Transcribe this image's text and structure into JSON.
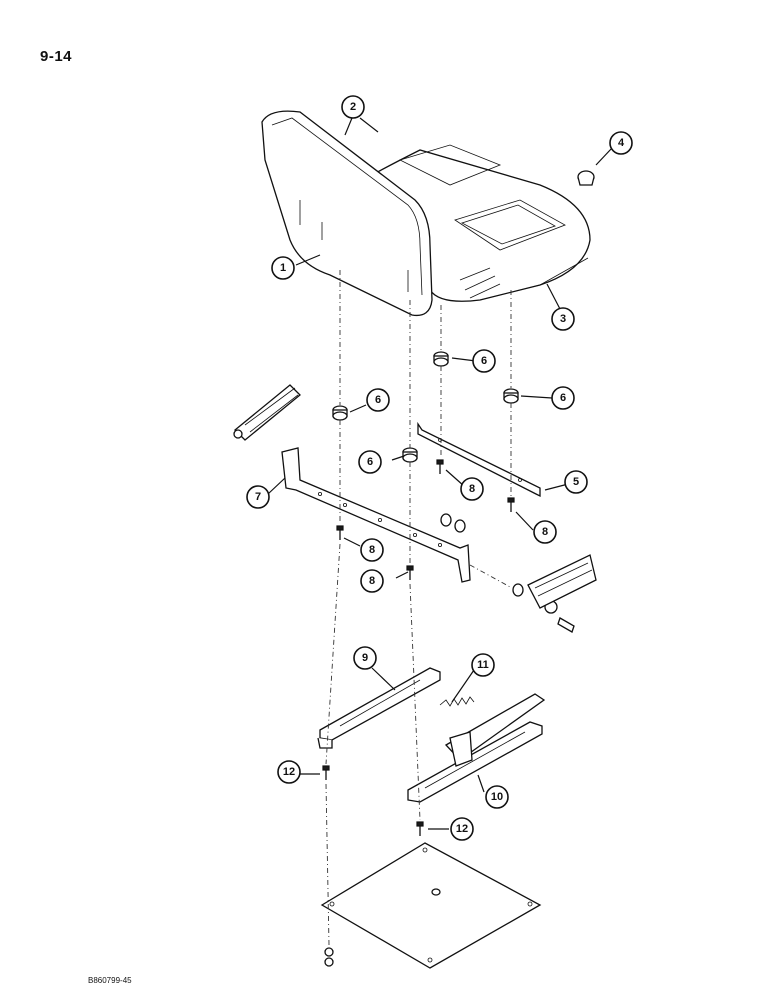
{
  "page": {
    "number": "9-14",
    "figure_code": "B860799-45"
  },
  "callouts": [
    {
      "id": "c1",
      "label": "1"
    },
    {
      "id": "c2",
      "label": "2"
    },
    {
      "id": "c3",
      "label": "3"
    },
    {
      "id": "c4",
      "label": "4"
    },
    {
      "id": "c5",
      "label": "5"
    },
    {
      "id": "c6a",
      "label": "6"
    },
    {
      "id": "c6b",
      "label": "6"
    },
    {
      "id": "c6c",
      "label": "6"
    },
    {
      "id": "c6d",
      "label": "6"
    },
    {
      "id": "c7",
      "label": "7"
    },
    {
      "id": "c8a",
      "label": "8"
    },
    {
      "id": "c8b",
      "label": "8"
    },
    {
      "id": "c8c",
      "label": "8"
    },
    {
      "id": "c8d",
      "label": "8"
    },
    {
      "id": "c9",
      "label": "9"
    },
    {
      "id": "c10",
      "label": "10"
    },
    {
      "id": "c11",
      "label": "11"
    },
    {
      "id": "c12a",
      "label": "12"
    },
    {
      "id": "c12b",
      "label": "12"
    }
  ]
}
